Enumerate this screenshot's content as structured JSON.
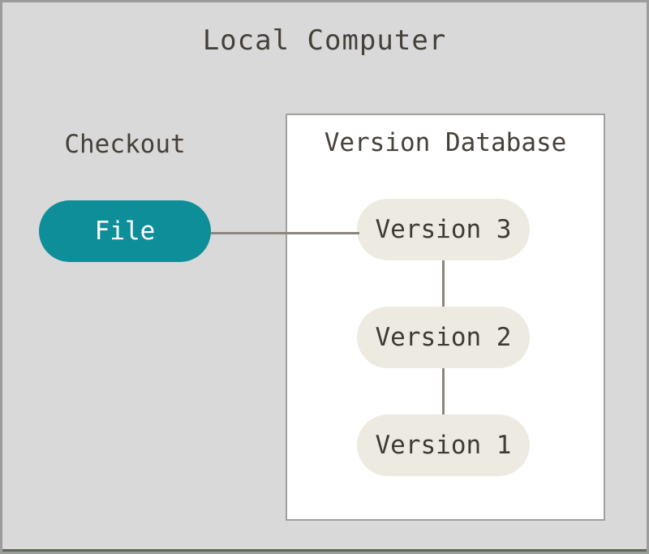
{
  "diagram": {
    "title": "Local Computer",
    "checkout": {
      "label": "Checkout",
      "file_node": "File"
    },
    "version_database": {
      "title": "Version Database",
      "versions": [
        {
          "label": "Version 3"
        },
        {
          "label": "Version 2"
        },
        {
          "label": "Version 1"
        }
      ]
    },
    "connectors": {
      "file_to_version3": "checkout-file to version-3",
      "version3_to_version2": "version-3 to version-2",
      "version2_to_version1": "version-2 to version-1"
    },
    "colors": {
      "background": "#d9d9d9",
      "outer_border": "#9c9c9c",
      "file_node_fill": "#0d8e99",
      "file_node_text": "#ffffff",
      "version_node_fill": "#edebe1",
      "node_text": "#3e3a34",
      "heading_text": "#46403a",
      "connector_line": "#8b867e",
      "database_box_fill": "#ffffff",
      "database_box_border": "#a2a09d",
      "bottom_strip": "#5d6b55"
    }
  }
}
